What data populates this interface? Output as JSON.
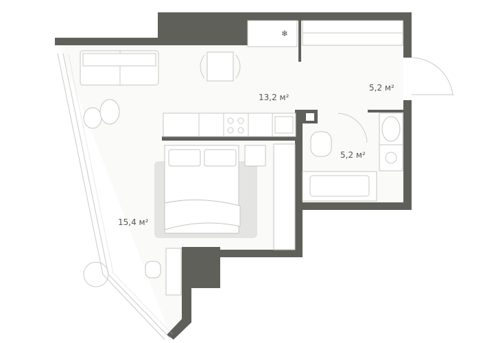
{
  "plan": {
    "rooms": [
      {
        "name": "living-kitchen",
        "area": "13,2 м²"
      },
      {
        "name": "hallway",
        "area": "5,2 м²"
      },
      {
        "name": "bathroom",
        "area": "5,2 м²"
      },
      {
        "name": "bedroom",
        "area": "15,4 м²"
      }
    ],
    "colors": {
      "wall": "#5f605a",
      "rug": "#e4e4e2",
      "floor": "#fafaf8"
    }
  }
}
